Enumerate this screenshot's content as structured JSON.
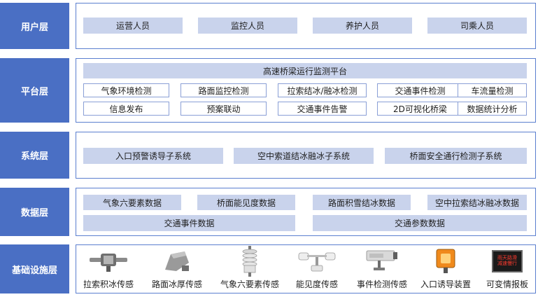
{
  "layers": {
    "user": {
      "label": "用户层",
      "items": [
        "运营人员",
        "监控人员",
        "养护人员",
        "司乘人员"
      ]
    },
    "platform": {
      "label": "平台层",
      "title": "高速桥梁运行监测平台",
      "row1": [
        "气象环境检测",
        "路面监控检测",
        "拉索结冰/融冰检测",
        "交通事件检测",
        "车流量检测"
      ],
      "row2": [
        "信息发布",
        "预案联动",
        "交通事件告警",
        "2D可视化桥梁",
        "数据统计分析"
      ]
    },
    "system": {
      "label": "系统层",
      "items": [
        "入口预警诱导子系统",
        "空中索道结冰融冰子系统",
        "桥面安全通行检测子系统"
      ]
    },
    "data": {
      "label": "数据层",
      "row1": [
        "气象六要素数据",
        "桥面能见度数据",
        "路面积雪结冰数据",
        "空中拉索结冰融冰数据"
      ],
      "row2": [
        "交通事件数据",
        "交通参数数据"
      ]
    },
    "infra": {
      "label": "基础设施层",
      "devices": [
        {
          "label": "拉索积冰传感",
          "icon": "cable-ice-sensor-icon"
        },
        {
          "label": "路面冰厚传感",
          "icon": "road-ice-sensor-icon"
        },
        {
          "label": "气象六要素传感",
          "icon": "weather-station-icon"
        },
        {
          "label": "能见度传感",
          "icon": "visibility-sensor-icon"
        },
        {
          "label": "事件检测传感",
          "icon": "event-camera-icon"
        },
        {
          "label": "入口诱导装置",
          "icon": "guidance-light-icon"
        },
        {
          "label": "可变情报板",
          "icon": "variable-message-sign-icon"
        }
      ],
      "sign_text_line1": "雨天路滑",
      "sign_text_line2": "减速慢行"
    }
  },
  "colors": {
    "label_bg": "#4a6fc4",
    "cell_bg": "#c9d3ec",
    "border": "#5b7fcf"
  }
}
